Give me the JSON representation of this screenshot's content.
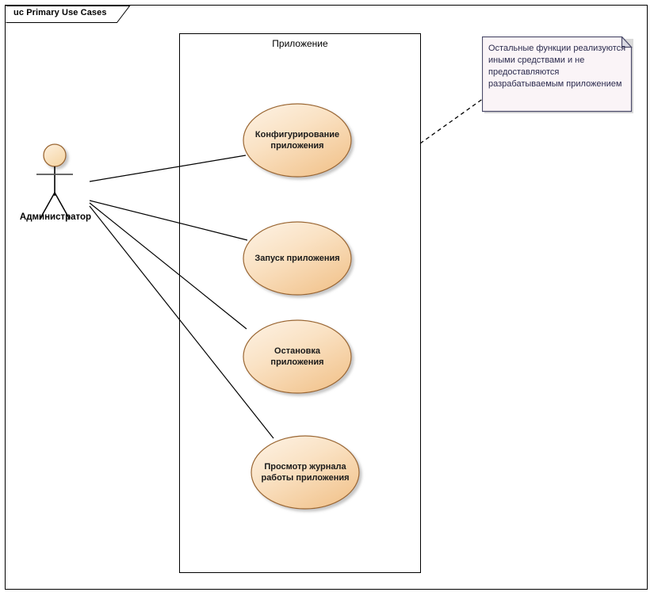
{
  "diagram": {
    "title_tab": "uc Primary Use Cases",
    "type": "uml-use-case-diagram",
    "boundary_label": "Приложение",
    "actor": {
      "name": "Администратор",
      "icon": "stick-figure-actor-icon"
    },
    "use_cases": [
      {
        "id": "uc1",
        "label": "Конфигурирование\nприложения"
      },
      {
        "id": "uc2",
        "label": "Запуск приложения"
      },
      {
        "id": "uc3",
        "label": "Остановка\nприложения"
      },
      {
        "id": "uc4",
        "label": "Просмотр журнала\nработы приложения"
      }
    ],
    "note": {
      "text": "Остальные функции реализуются иными средствами и не предоставляются разрабатываемым приложением",
      "anchor": "dashed-leader-line"
    },
    "associations": [
      {
        "from": "Администратор",
        "to": "Конфигурирование приложения"
      },
      {
        "from": "Администратор",
        "to": "Запуск приложения"
      },
      {
        "from": "Администратор",
        "to": "Остановка приложения"
      },
      {
        "from": "Администратор",
        "to": "Просмотр журнала работы приложения"
      }
    ],
    "colors": {
      "use_case_fill_light": "#fdf1e1",
      "use_case_fill_dark": "#f3c893",
      "use_case_stroke": "#9a6632",
      "actor_fill": "#fadfb9",
      "actor_stroke": "#9a6632",
      "note_fill": "#faf4f7",
      "note_stroke": "#4b4b6a",
      "note_text": "#2b2b4e",
      "line": "#000000",
      "frame": "#000000"
    }
  }
}
